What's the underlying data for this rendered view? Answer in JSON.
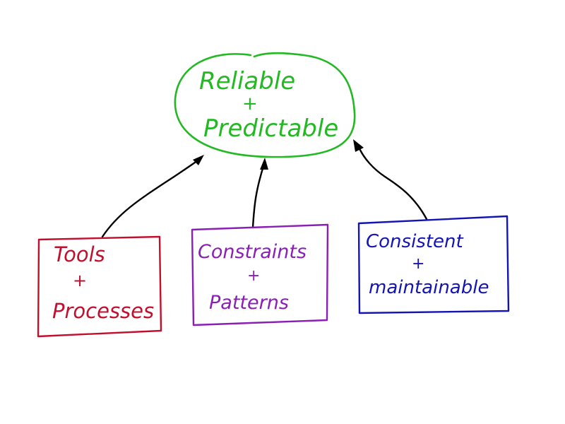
{
  "goal": {
    "line1": "Reliable",
    "line2": "+",
    "line3": "Predictable",
    "color": "#22b922"
  },
  "boxes": [
    {
      "line1": "Tools",
      "line2": "+",
      "line3": "Processes",
      "color": "#c0102e"
    },
    {
      "line1": "Constraints",
      "line2": "+",
      "line3": "Patterns",
      "color": "#8a1fb5"
    },
    {
      "line1": "Consistent",
      "line2": "+",
      "line3": "maintainable",
      "color": "#1414b4"
    }
  ],
  "arrow_color": "#000000"
}
